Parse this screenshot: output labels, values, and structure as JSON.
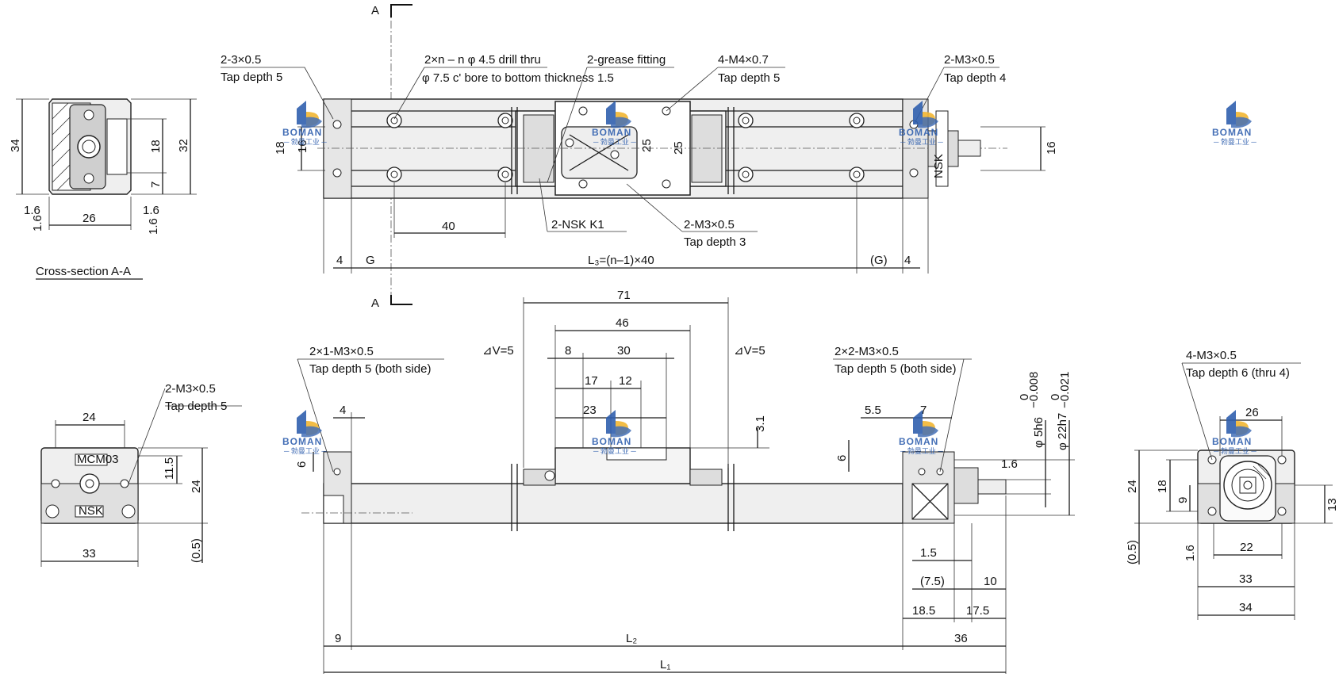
{
  "labels": {
    "section_a_top": "A",
    "section_a_bottom": "A",
    "cross_section": "Cross-section A-A",
    "tap_2_3": "2-3×0.5",
    "tap_depth_5": "Tap depth 5",
    "drill_thru": "2×n – n φ 4.5 drill thru",
    "bore_note": "φ 7.5 c' bore to bottom thickness 1.5",
    "grease_fitting": "2-grease fitting",
    "m4": "4-M4×0.7",
    "m4_depth": "Tap depth 5",
    "m3_right": "2-M3×0.5",
    "m3_right_depth": "Tap depth 4",
    "nsk_k1": "2-NSK   K1",
    "m3_center": "2-M3×0.5",
    "m3_center_depth": "Tap depth 3",
    "l3": "L₃=(n–1)×40",
    "g_left": "G",
    "g_right": "(G)",
    "side_m3_1": "2×1-M3×0.5",
    "side_m3_1_depth": "Tap depth 5 (both side)",
    "side_m3_2": "2×2-M3×0.5",
    "side_m3_2_depth": "Tap depth 5 (both side)",
    "delta_v_left": "⊿V=5",
    "delta_v_right": "⊿V=5",
    "shaft_tol": "φ 5h6",
    "shaft_tol_sup": "0",
    "shaft_tol_sub": "−0.008",
    "bore_tol": "φ 22h7",
    "bore_tol_sup": "0",
    "bore_tol_sub": "−0.021",
    "end_m3": "2-M3×0.5",
    "end_m3_depth": "Tap depth 5",
    "right_m3": "4-M3×0.5",
    "right_m3_depth": "Tap depth 6 (thru 4)",
    "l2": "L₂",
    "l1": "L₁",
    "nsk_tag": "NSK",
    "mcm_tag": "MCM03"
  },
  "dims": {
    "d34": "34",
    "d32": "32",
    "d18a": "18",
    "d7": "7",
    "d26a": "26",
    "r16a": "1.6",
    "r16b": "1.6",
    "r16c": "1.6",
    "r16d": "1.6",
    "d18b": "18",
    "d16a": "16",
    "d25a": "25",
    "d25b": "25",
    "d16b": "16",
    "d40": "40",
    "d4a": "4",
    "d4b": "4",
    "d71": "71",
    "d46": "46",
    "d8": "8",
    "d30": "30",
    "d17": "17",
    "d12": "12",
    "d23": "23",
    "d31": "3.1",
    "d4c": "4",
    "d6a": "6",
    "d55": "5.5",
    "d7b": "7",
    "d6b": "6",
    "r16e": "1.6",
    "d15": "1.5",
    "d75": "(7.5)",
    "d10": "10",
    "d185": "18.5",
    "d175": "17.5",
    "d9": "9",
    "d36": "36",
    "d24a": "24",
    "d115": "11.5",
    "d24b": "24",
    "d33a": "33",
    "d05a": "(0.5)",
    "d26b": "26",
    "d18c": "18",
    "d9b": "9",
    "d24c": "24",
    "d13": "13",
    "d05b": "(0.5)",
    "r16f": "1.6",
    "d22": "22",
    "d33b": "33",
    "d34b": "34"
  },
  "logo": {
    "text": "BOMAN",
    "sub": "─ 勃曼工业 ─",
    "color": "#2f5fae"
  },
  "colors": {
    "line": "#1a1a1a",
    "body": "#efefef",
    "logo": "#2f5fae"
  }
}
